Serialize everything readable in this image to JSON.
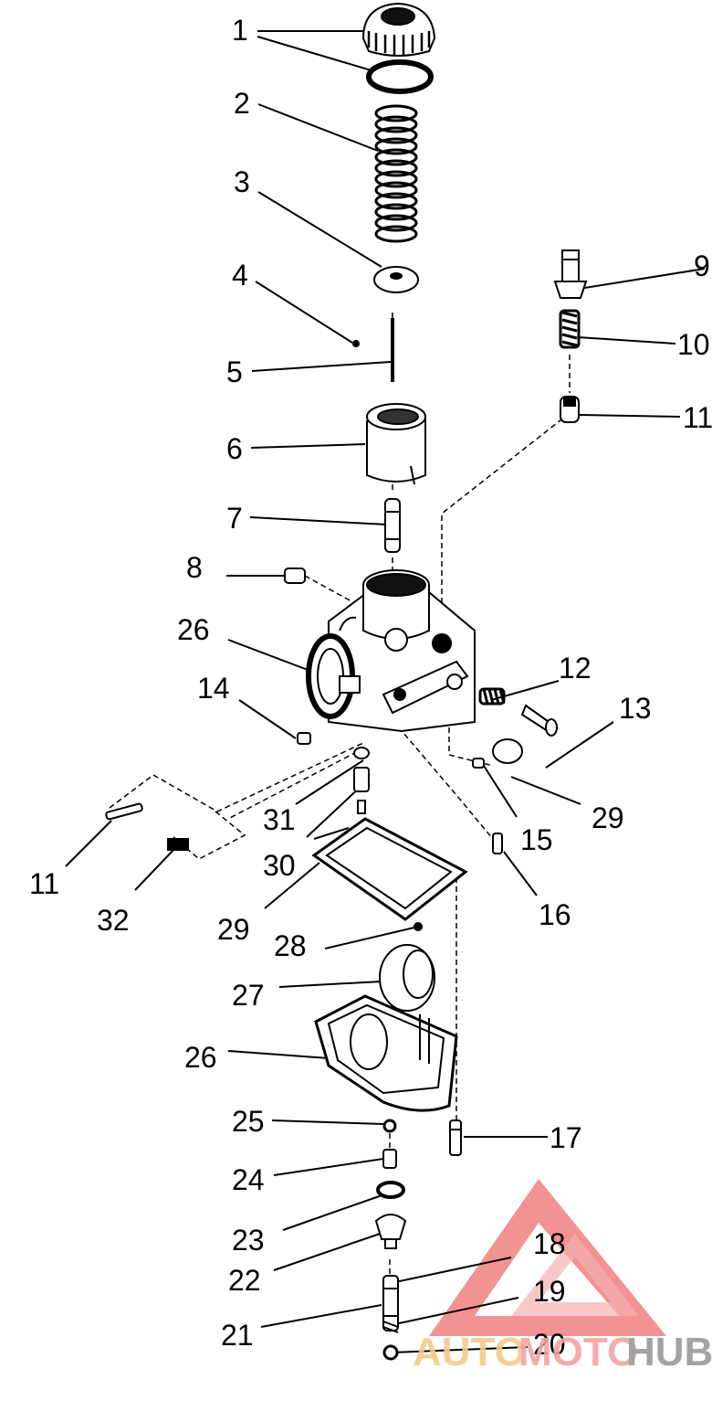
{
  "diagram": {
    "labels": {
      "l1": "1",
      "l2": "2",
      "l3": "3",
      "l4": "4",
      "l5": "5",
      "l6": "6",
      "l7": "7",
      "l8": "8",
      "l9": "9",
      "l10": "10",
      "l11a": "11",
      "l12": "12",
      "l13": "13",
      "l14": "14",
      "l15": "15",
      "l16": "16",
      "l17": "17",
      "l18": "18",
      "l19": "19",
      "l20": "20",
      "l21": "21",
      "l22": "22",
      "l23": "23",
      "l24": "24",
      "l25": "25",
      "l26a": "26",
      "l26b": "26",
      "l27": "27",
      "l28": "28",
      "l29a": "29",
      "l29b": "29",
      "l30": "30",
      "l31": "31",
      "l32": "32",
      "l11b": "11"
    }
  },
  "watermark": {
    "part1": "AUTO",
    "part2": "MOTO",
    "part3": "HUB",
    "colors": {
      "triangle": "#f08080",
      "auto": "#f5c98a",
      "moto": "#f4a3a3",
      "hub": "#9a9a9a"
    }
  }
}
